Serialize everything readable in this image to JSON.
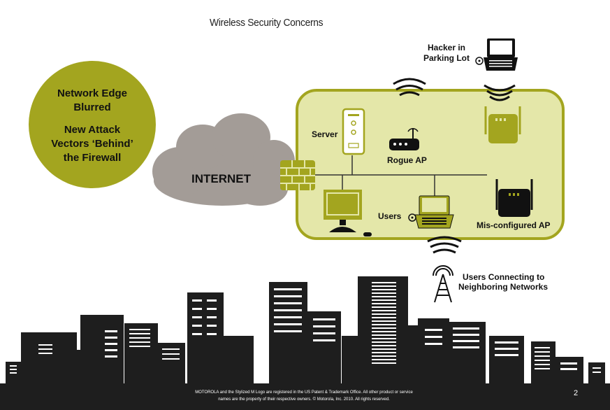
{
  "title": "Wireless Security Concerns",
  "edge_circle": {
    "line1": "Network Edge",
    "line2": "Blurred",
    "line3": "New Attack",
    "line4": "Vectors ‘Behind’",
    "line5": "the Firewall"
  },
  "labels": {
    "internet": "INTERNET",
    "server": "Server",
    "rogue_ap": "Rogue AP",
    "users": "Users",
    "misconfigured_ap": "Mis-configured AP",
    "hacker_line1": "Hacker in",
    "hacker_line2": "Parking Lot",
    "neighbor_line1": "Users Connecting to",
    "neighbor_line2": "Neighboring Networks"
  },
  "footer": {
    "line1": "MOTOROLA and the Stylized M Logo are registered in the US Patent & Trademark Office. All other product or service",
    "line2": "names are the property of their respective owners. © Motorola, Inc. 2010. All rights reserved."
  },
  "page_number": "2",
  "colors": {
    "accent_olive": "#a3a51f",
    "lan_fill": "#e4e7a9",
    "cloud_gray": "#a39c97",
    "skyline_black": "#1e1e1e"
  }
}
